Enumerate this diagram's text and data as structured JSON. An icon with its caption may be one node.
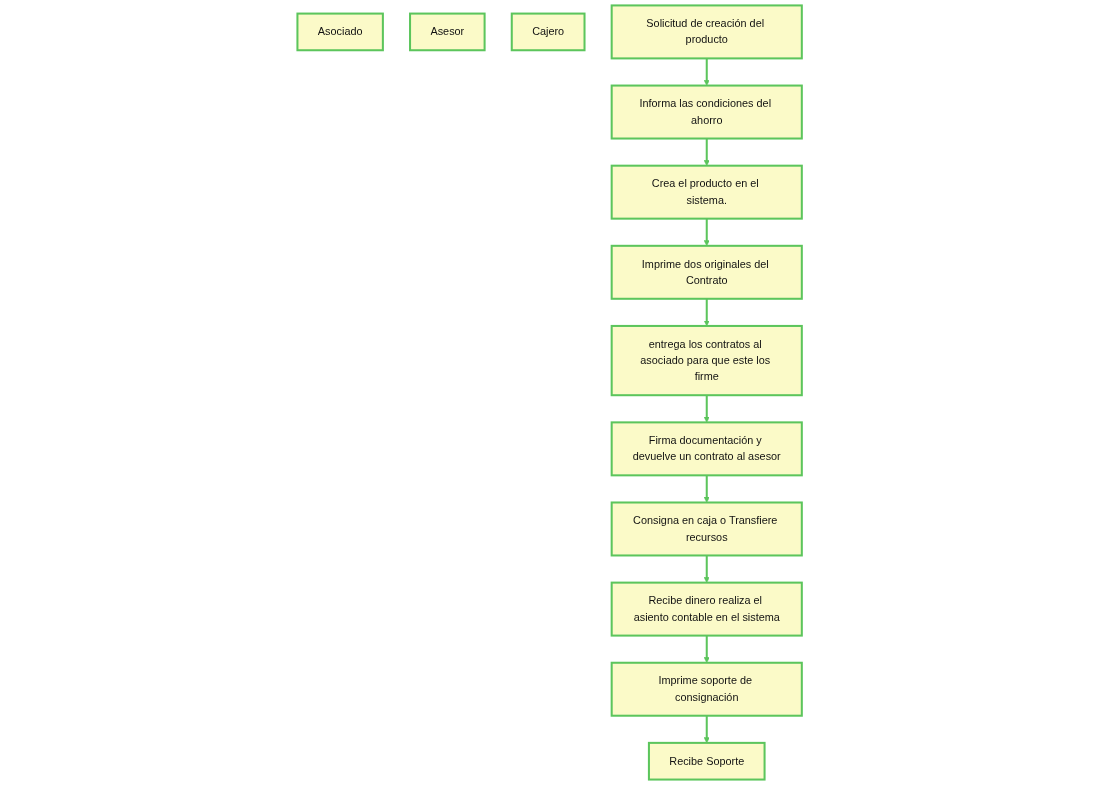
{
  "diagram": {
    "nodes": [
      {
        "text": [
          "Asociado"
        ]
      },
      {
        "text": [
          "Asesor"
        ]
      },
      {
        "text": [
          "Cajero"
        ]
      },
      {
        "text": [
          "Solicitud de creación del producto"
        ]
      },
      {
        "text": [
          "Informa las condiciones del ahorro"
        ]
      },
      {
        "text": [
          "Crea el producto en el sistema."
        ]
      },
      {
        "text": [
          "Imprime dos originales del Contrato"
        ]
      },
      {
        "text": [
          "entrega los contratos al asociado para que este los firme"
        ]
      },
      {
        "text": [
          "Firma documentación y devuelve un contrato al asesor"
        ]
      },
      {
        "text": [
          "Consigna en caja o Transfiere recursos"
        ]
      },
      {
        "text": [
          "Recibe dinero realiza el asiento contable en el sistema"
        ]
      },
      {
        "text": [
          "Imprime soporte de consignación"
        ]
      },
      {
        "text": [
          "Recibe Soporte"
        ]
      }
    ],
    "edges": [
      {
        "from": 3,
        "to": 4,
        "arrow": "to"
      },
      {
        "from": 4,
        "to": 5,
        "arrow": "to"
      },
      {
        "from": 5,
        "to": 6,
        "arrow": "to"
      },
      {
        "from": 6,
        "to": 7,
        "arrow": "to"
      },
      {
        "from": 7,
        "to": 8,
        "arrow": "to"
      },
      {
        "from": 8,
        "to": 9,
        "arrow": "to"
      },
      {
        "from": 9,
        "to": 10,
        "arrow": "to"
      },
      {
        "from": 10,
        "to": 11,
        "arrow": "to"
      },
      {
        "from": 11,
        "to": 12,
        "arrow": "to"
      }
    ]
  }
}
